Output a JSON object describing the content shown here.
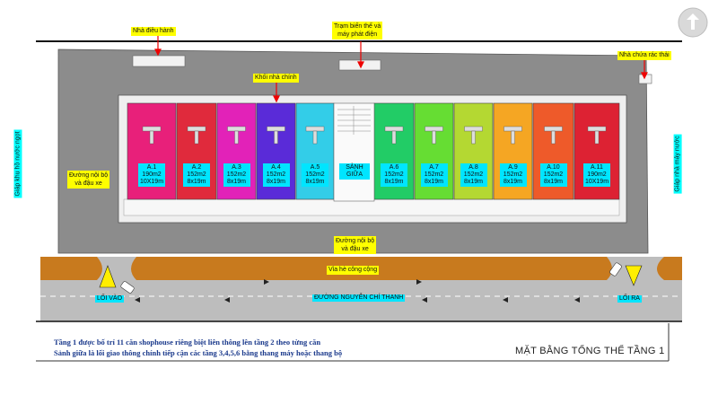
{
  "labels": {
    "admin_building": "Nhà điều hành",
    "transformer_1": "Trạm biến thế và",
    "transformer_2": "máy phát điện",
    "waste_house": "Nhà chứa rác thải",
    "main_block": "Khối nhà chính",
    "internal_road_left_1": "Đường nội bộ",
    "internal_road_left_2": "và đậu xe",
    "internal_road_bottom_1": "Đường nội bộ",
    "internal_road_bottom_2": "và đậu xe",
    "sidewalk": "Vỉa hè công cộng",
    "entrance": "LỐI VÀO",
    "exit": "LỐI RA",
    "street": "ĐƯỜNG NGUYỄN CHÍ THANH",
    "left_side": "Giáp khu hồ nước ngọt",
    "right_side": "Giáp nhà máy nước"
  },
  "lobby": {
    "line1": "SẢNH",
    "line2": "GIỮA"
  },
  "units": [
    {
      "id": "A.1",
      "area": "190m2",
      "dim": "10X19m",
      "color": "#e8207a"
    },
    {
      "id": "A.2",
      "area": "152m2",
      "dim": "8x19m",
      "color": "#e02a3c"
    },
    {
      "id": "A.3",
      "area": "152m2",
      "dim": "8x19m",
      "color": "#e222b8"
    },
    {
      "id": "A.4",
      "area": "152m2",
      "dim": "8x19m",
      "color": "#5a2bd8"
    },
    {
      "id": "A.5",
      "area": "152m2",
      "dim": "8x19m",
      "color": "#33cde8"
    },
    {
      "id": "A.6",
      "area": "152m2",
      "dim": "8x19m",
      "color": "#22cc66"
    },
    {
      "id": "A.7",
      "area": "152m2",
      "dim": "8x19m",
      "color": "#66dd33"
    },
    {
      "id": "A.8",
      "area": "152m2",
      "dim": "8x19m",
      "color": "#b4d832"
    },
    {
      "id": "A.9",
      "area": "152m2",
      "dim": "8x19m",
      "color": "#f5a623"
    },
    {
      "id": "A.10",
      "area": "152m2",
      "dim": "8x19m",
      "color": "#ee5a2a"
    },
    {
      "id": "A.11",
      "area": "190m2",
      "dim": "10X19m",
      "color": "#dd2233"
    }
  ],
  "caption": {
    "line1": "Tầng 1 được bố trí 11 căn shophouse riêng biệt liên thông lên tầng 2 theo từng căn",
    "line2": "Sảnh giữa là lối giao thông chính tiếp cận các tầng 3,4,5,6 bằng thang máy hoặc thang bộ"
  },
  "title": "MẶT BẰNG TỔNG THỂ TẦNG 1",
  "icons": [
    "logo-icon",
    "entrance-arrow-icon",
    "exit-arrow-icon",
    "car-icon"
  ],
  "colors": {
    "site": "#8a8a8a",
    "sidewalk": "#c87a1e",
    "street": "#bfbfbf",
    "label_yellow": "#ffff00",
    "label_cyan": "#00e5ff",
    "caption_text": "#1b3a8c"
  }
}
